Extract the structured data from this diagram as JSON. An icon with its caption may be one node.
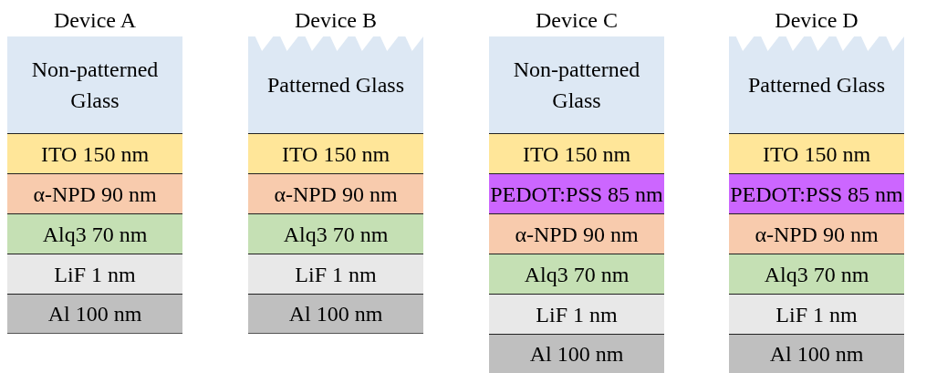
{
  "diagram": {
    "nodes": [
      {
        "text": [
          "Device A"
        ]
      },
      {
        "text": [
          "Non-patterned Glass"
        ],
        "in": 0
      },
      {
        "text": [
          "ITO 150 nm"
        ],
        "in": 0
      },
      {
        "text": [
          "α-NPD 90 nm"
        ],
        "in": 0
      },
      {
        "text": [
          "Alq3 70 nm"
        ],
        "in": 0
      },
      {
        "text": [
          "LiF 1 nm"
        ],
        "in": 0
      },
      {
        "text": [
          "Al 100 nm"
        ],
        "in": 0
      },
      {
        "text": [
          "Device B"
        ]
      },
      {
        "text": [
          "Patterned Glass"
        ],
        "in": 7
      },
      {
        "text": [
          "ITO 150 nm"
        ],
        "in": 7
      },
      {
        "text": [
          "α-NPD 90 nm"
        ],
        "in": 7
      },
      {
        "text": [
          "Alq3 70 nm"
        ],
        "in": 7
      },
      {
        "text": [
          "LiF 1 nm"
        ],
        "in": 7
      },
      {
        "text": [
          "Al 100 nm"
        ],
        "in": 7
      },
      {
        "text": [
          "Device C"
        ]
      },
      {
        "text": [
          "Non-patterned Glass"
        ],
        "in": 14
      },
      {
        "text": [
          "ITO 150 nm"
        ],
        "in": 14
      },
      {
        "text": [
          "PEDOT:PSS 85 nm"
        ],
        "in": 14
      },
      {
        "text": [
          "α-NPD 90 nm"
        ],
        "in": 14
      },
      {
        "text": [
          "Alq3 70 nm"
        ],
        "in": 14
      },
      {
        "text": [
          "LiF 1 nm"
        ],
        "in": 14
      },
      {
        "text": [
          "Al 100 nm"
        ],
        "in": 14
      },
      {
        "text": [
          "Device D"
        ]
      },
      {
        "text": [
          "Patterned Glass"
        ],
        "in": 22
      },
      {
        "text": [
          "ITO 150 nm"
        ],
        "in": 22
      },
      {
        "text": [
          "PEDOT:PSS 85 nm"
        ],
        "in": 22
      },
      {
        "text": [
          "α-NPD 90 nm"
        ],
        "in": 22
      },
      {
        "text": [
          "Alq3 70 nm"
        ],
        "in": 22
      },
      {
        "text": [
          "LiF 1 nm"
        ],
        "in": 22
      },
      {
        "text": [
          "Al 100 nm"
        ],
        "in": 22
      }
    ]
  }
}
